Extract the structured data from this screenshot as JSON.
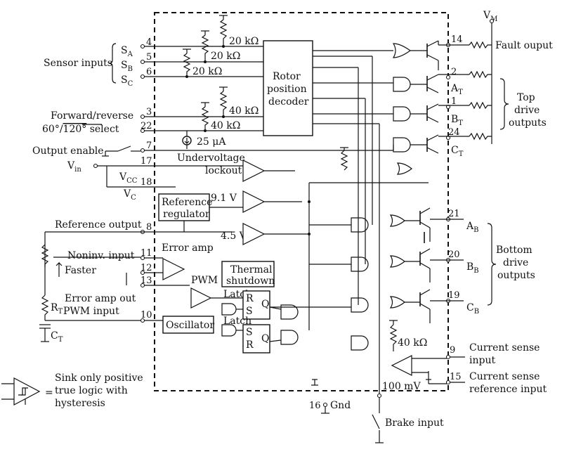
{
  "supply": {
    "vm": "V",
    "vm_sub": "M",
    "vin": "V",
    "vin_sub": "in",
    "vcc": "V",
    "vcc_sub": "CC",
    "vc": "V",
    "vc_sub": "C"
  },
  "inputs": {
    "sensor_inputs": "Sensor inputs",
    "sa": "S",
    "sa_sub": "A",
    "sb": "S",
    "sb_sub": "B",
    "sc": "S",
    "sc_sub": "C",
    "forward_reverse": "Forward/reverse",
    "select_prefix": "60°/",
    "select_overline": "120°",
    "select_suffix": " select",
    "output_enable": "Output enable",
    "reference_output": "Reference output",
    "noninv_input": "Noninv. input",
    "faster": "Faster",
    "error_amp_out": "Error amp out",
    "pwm_input": "PWM input",
    "rt": "R",
    "rt_sub": "T",
    "ct": "C",
    "ct_sub": "T",
    "current_sense_1": "Current sense",
    "current_sense_2": "input",
    "current_sense_ref_1": "Current sense",
    "current_sense_ref_2": "reference input",
    "brake_input": "Brake input",
    "gnd": "Gnd"
  },
  "pins": {
    "p4": "4",
    "p5": "5",
    "p6": "6",
    "p3": "3",
    "p22": "22",
    "p7": "7",
    "p17": "17",
    "p18": "18",
    "p8": "8",
    "p11": "11",
    "p12": "12",
    "p13": "13",
    "p10": "10",
    "p14": "14",
    "p2": "2",
    "p1": "1",
    "p24": "24",
    "p21": "21",
    "p20": "20",
    "p19": "19",
    "p9": "9",
    "p15": "15",
    "p16": "16"
  },
  "resistors": {
    "r1": "20 kΩ",
    "r2": "20 kΩ",
    "r3": "20 kΩ",
    "r4": "40 kΩ",
    "r5": "40 kΩ",
    "r6": "40 kΩ"
  },
  "blocks": {
    "rotor_1": "Rotor",
    "rotor_2": "position",
    "rotor_3": "decoder",
    "current_source": "25 μA",
    "uv_1": "Undervoltage",
    "uv_2": "lockout",
    "ref_reg_1": "Reference",
    "ref_reg_2": "regulator",
    "v91": "9.1 V",
    "v45": "4.5 V",
    "error_amp": "Error amp",
    "thermal_1": "Thermal",
    "thermal_2": "shutdown",
    "pwm": "PWM",
    "latch1": "Latch",
    "latch2": "Latch",
    "oscillator": "Oscillator",
    "l1_r": "R",
    "l1_s": "S",
    "l1_q": "Q",
    "l2_s": "S",
    "l2_r": "R",
    "l2_q": "Q",
    "v100": "100 mV"
  },
  "outputs": {
    "fault": "Fault ouput",
    "at": "A",
    "at_sub": "T",
    "bt": "B",
    "bt_sub": "T",
    "ct": "C",
    "ct_sub": "T",
    "top_1": "Top",
    "top_2": "drive",
    "top_3": "outputs",
    "ab": "A",
    "ab_sub": "B",
    "bb": "B",
    "bb_sub": "B",
    "cb": "C",
    "cb_sub": "B",
    "bottom_1": "Bottom",
    "bottom_2": "drive",
    "bottom_3": "outputs"
  },
  "legend": {
    "line1": "Sink only positive",
    "line2": "true logic with",
    "line3": "hysteresis",
    "eq": "="
  }
}
